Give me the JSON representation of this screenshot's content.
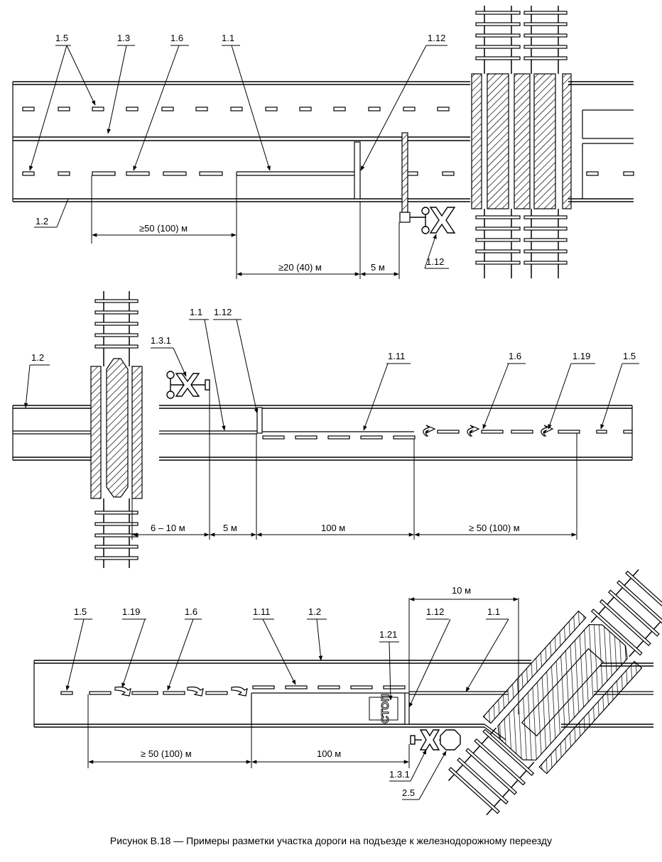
{
  "caption": "Рисунок В.18 — Примеры разметки участка дороги на подъезде к железнодорожному переезду",
  "diagram1": {
    "callouts": [
      "1.5",
      "1.3",
      "1.6",
      "1.1",
      "1.12",
      "1.2",
      "1.12"
    ],
    "dimensions": [
      "≥50 (100) м",
      "≥20 (40) м",
      "5 м"
    ]
  },
  "diagram2": {
    "callouts": [
      "1.2",
      "1.3.1",
      "1.1",
      "1.12",
      "1.11",
      "1.6",
      "1.19",
      "1.5"
    ],
    "dimensions": [
      "6 – 10 м",
      "5 м",
      "100 м",
      "≥ 50 (100) м"
    ]
  },
  "diagram3": {
    "callouts": [
      "1.5",
      "1.19",
      "1.6",
      "1.11",
      "1.2",
      "1.21",
      "1.12",
      "1.1",
      "1.3.1",
      "2.5"
    ],
    "dimensions": [
      "10 м",
      "≥ 50 (100) м",
      "100 м"
    ],
    "stop_text": "СТОП"
  }
}
